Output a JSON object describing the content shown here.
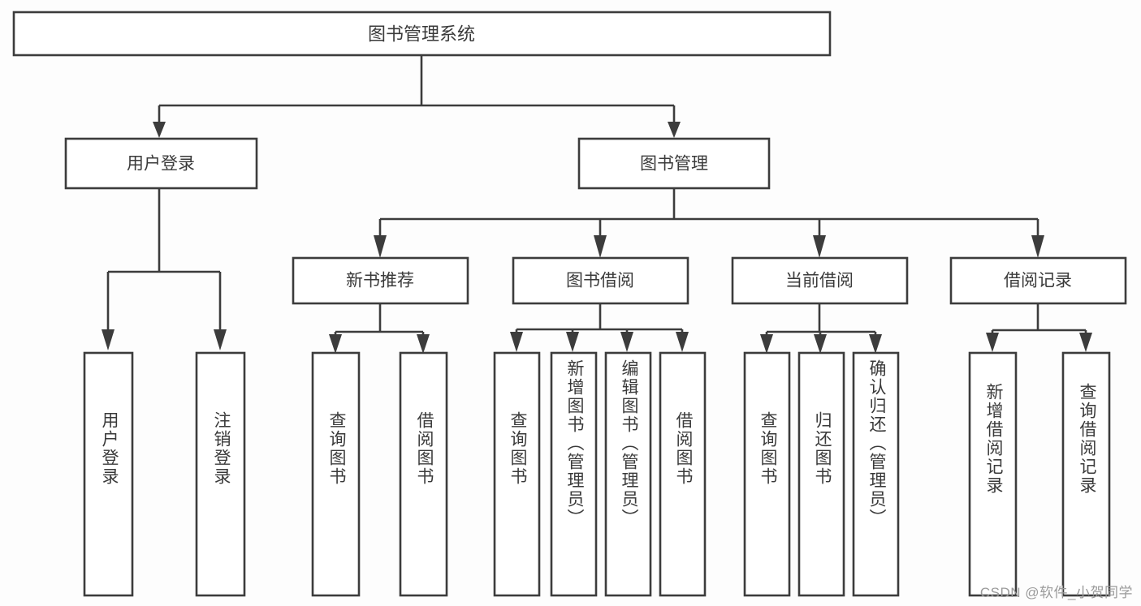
{
  "diagram": {
    "type": "tree-hierarchy",
    "title": "图书管理系统",
    "watermark": "CSDN @软件_小贺同学",
    "colors": {
      "stroke": "#3c3c3c",
      "text": "#3a3a3a",
      "background": "#ffffff",
      "watermark": "#9a9a9a"
    },
    "levels": {
      "root": {
        "label": "图书管理系统"
      },
      "level2": [
        {
          "label": "用户登录"
        },
        {
          "label": "图书管理"
        }
      ],
      "level3": [
        {
          "label": "新书推荐"
        },
        {
          "label": "图书借阅"
        },
        {
          "label": "当前借阅"
        },
        {
          "label": "借阅记录"
        }
      ],
      "leaves": {
        "user_login": [
          {
            "label": "用户登录"
          },
          {
            "label": "注销登录"
          }
        ],
        "new_book_recommend": [
          {
            "label": "查询图书"
          },
          {
            "label": "借阅图书"
          }
        ],
        "book_borrow": [
          {
            "label": "查询图书"
          },
          {
            "label": "新增图书（管理员）"
          },
          {
            "label": "编辑图书（管理员）"
          },
          {
            "label": "借阅图书"
          }
        ],
        "current_borrow": [
          {
            "label": "查询图书"
          },
          {
            "label": "归还图书"
          },
          {
            "label": "确认归还（管理员）"
          }
        ],
        "borrow_record": [
          {
            "label": "新增借阅记录"
          },
          {
            "label": "查询借阅记录"
          }
        ]
      }
    }
  }
}
